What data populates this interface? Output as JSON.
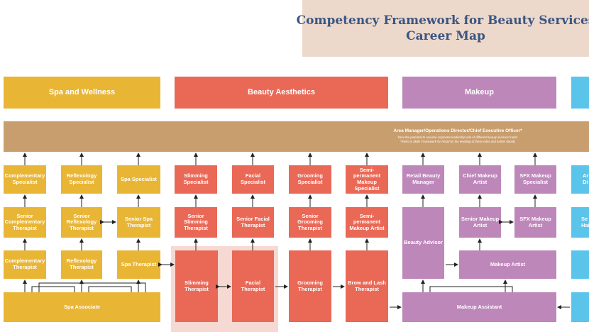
{
  "title": {
    "line1": "Competency Framework for Beauty Services",
    "line2": "Career Map"
  },
  "tracks": {
    "spa": "Spa and Wellness",
    "aesthetics": "Beauty Aesthetics",
    "makeup": "Makeup"
  },
  "band": {
    "title": "Area Manager/Operations Director/Chief Executive Officer*",
    "note1": "have the potential to assume corporate leadership role of different beauty services tracks",
    "note2": "*Refer to Skills Framework for Retail for the levelling of these roles and further details"
  },
  "roles": {
    "complementary_specialist": "Complementary Specialist",
    "reflexology_specialist": "Reflexology Specialist",
    "spa_specialist": "Spa Specialist",
    "senior_complementary_therapist": "Senior Complementary Therapist",
    "senior_reflexology_therapist": "Senior Reflexology Therapist",
    "senior_spa_therapist": "Senior Spa Therapist",
    "complementary_therapist": "Complementary Therapist",
    "reflexology_therapist": "Reflexology Therapist",
    "spa_therapist": "Spa Therapist",
    "spa_associate": "Spa Associate",
    "slimming_specialist": "Slimming Specialist",
    "facial_specialist": "Facial Specialist",
    "grooming_specialist": "Grooming Specialist",
    "semi_permanent_specialist": "Semi-permanent Makeup Specialist",
    "senior_slimming_therapist": "Senior Slimming Therapist",
    "senior_facial_therapist": "Senior Facial Therapist",
    "senior_grooming_therapist": "Senior Grooming Therapist",
    "semi_permanent_artist": "Semi-permanent Makeup Artist",
    "slimming_therapist": "Slimming Therapist",
    "facial_therapist": "Facial Therapist",
    "grooming_therapist": "Grooming Therapist",
    "brow_lash_therapist": "Brow and Lash Therapist",
    "retail_beauty_manager": "Retail Beauty Manager",
    "chief_makeup_artist": "Chief Makeup Artist",
    "sfx_makeup_specialist": "SFX Makeup Specialist",
    "beauty_advisor": "Beauty Advisor",
    "senior_makeup_artist": "Senior Makeup Artist",
    "sfx_makeup_artist": "SFX Makeup Artist",
    "makeup_artist": "Makeup Artist",
    "makeup_assistant": "Makeup Assistant",
    "cut_top": "Ar Di",
    "cut_mid": "Se Hai"
  },
  "colors": {
    "spa": "#E9B535",
    "aesthetics": "#EA6856",
    "makeup": "#BE87BA",
    "hair": "#5BC4EB",
    "band": "#C99E6E",
    "title_bg": "#EDD8CC",
    "title_text": "#3A5680"
  }
}
